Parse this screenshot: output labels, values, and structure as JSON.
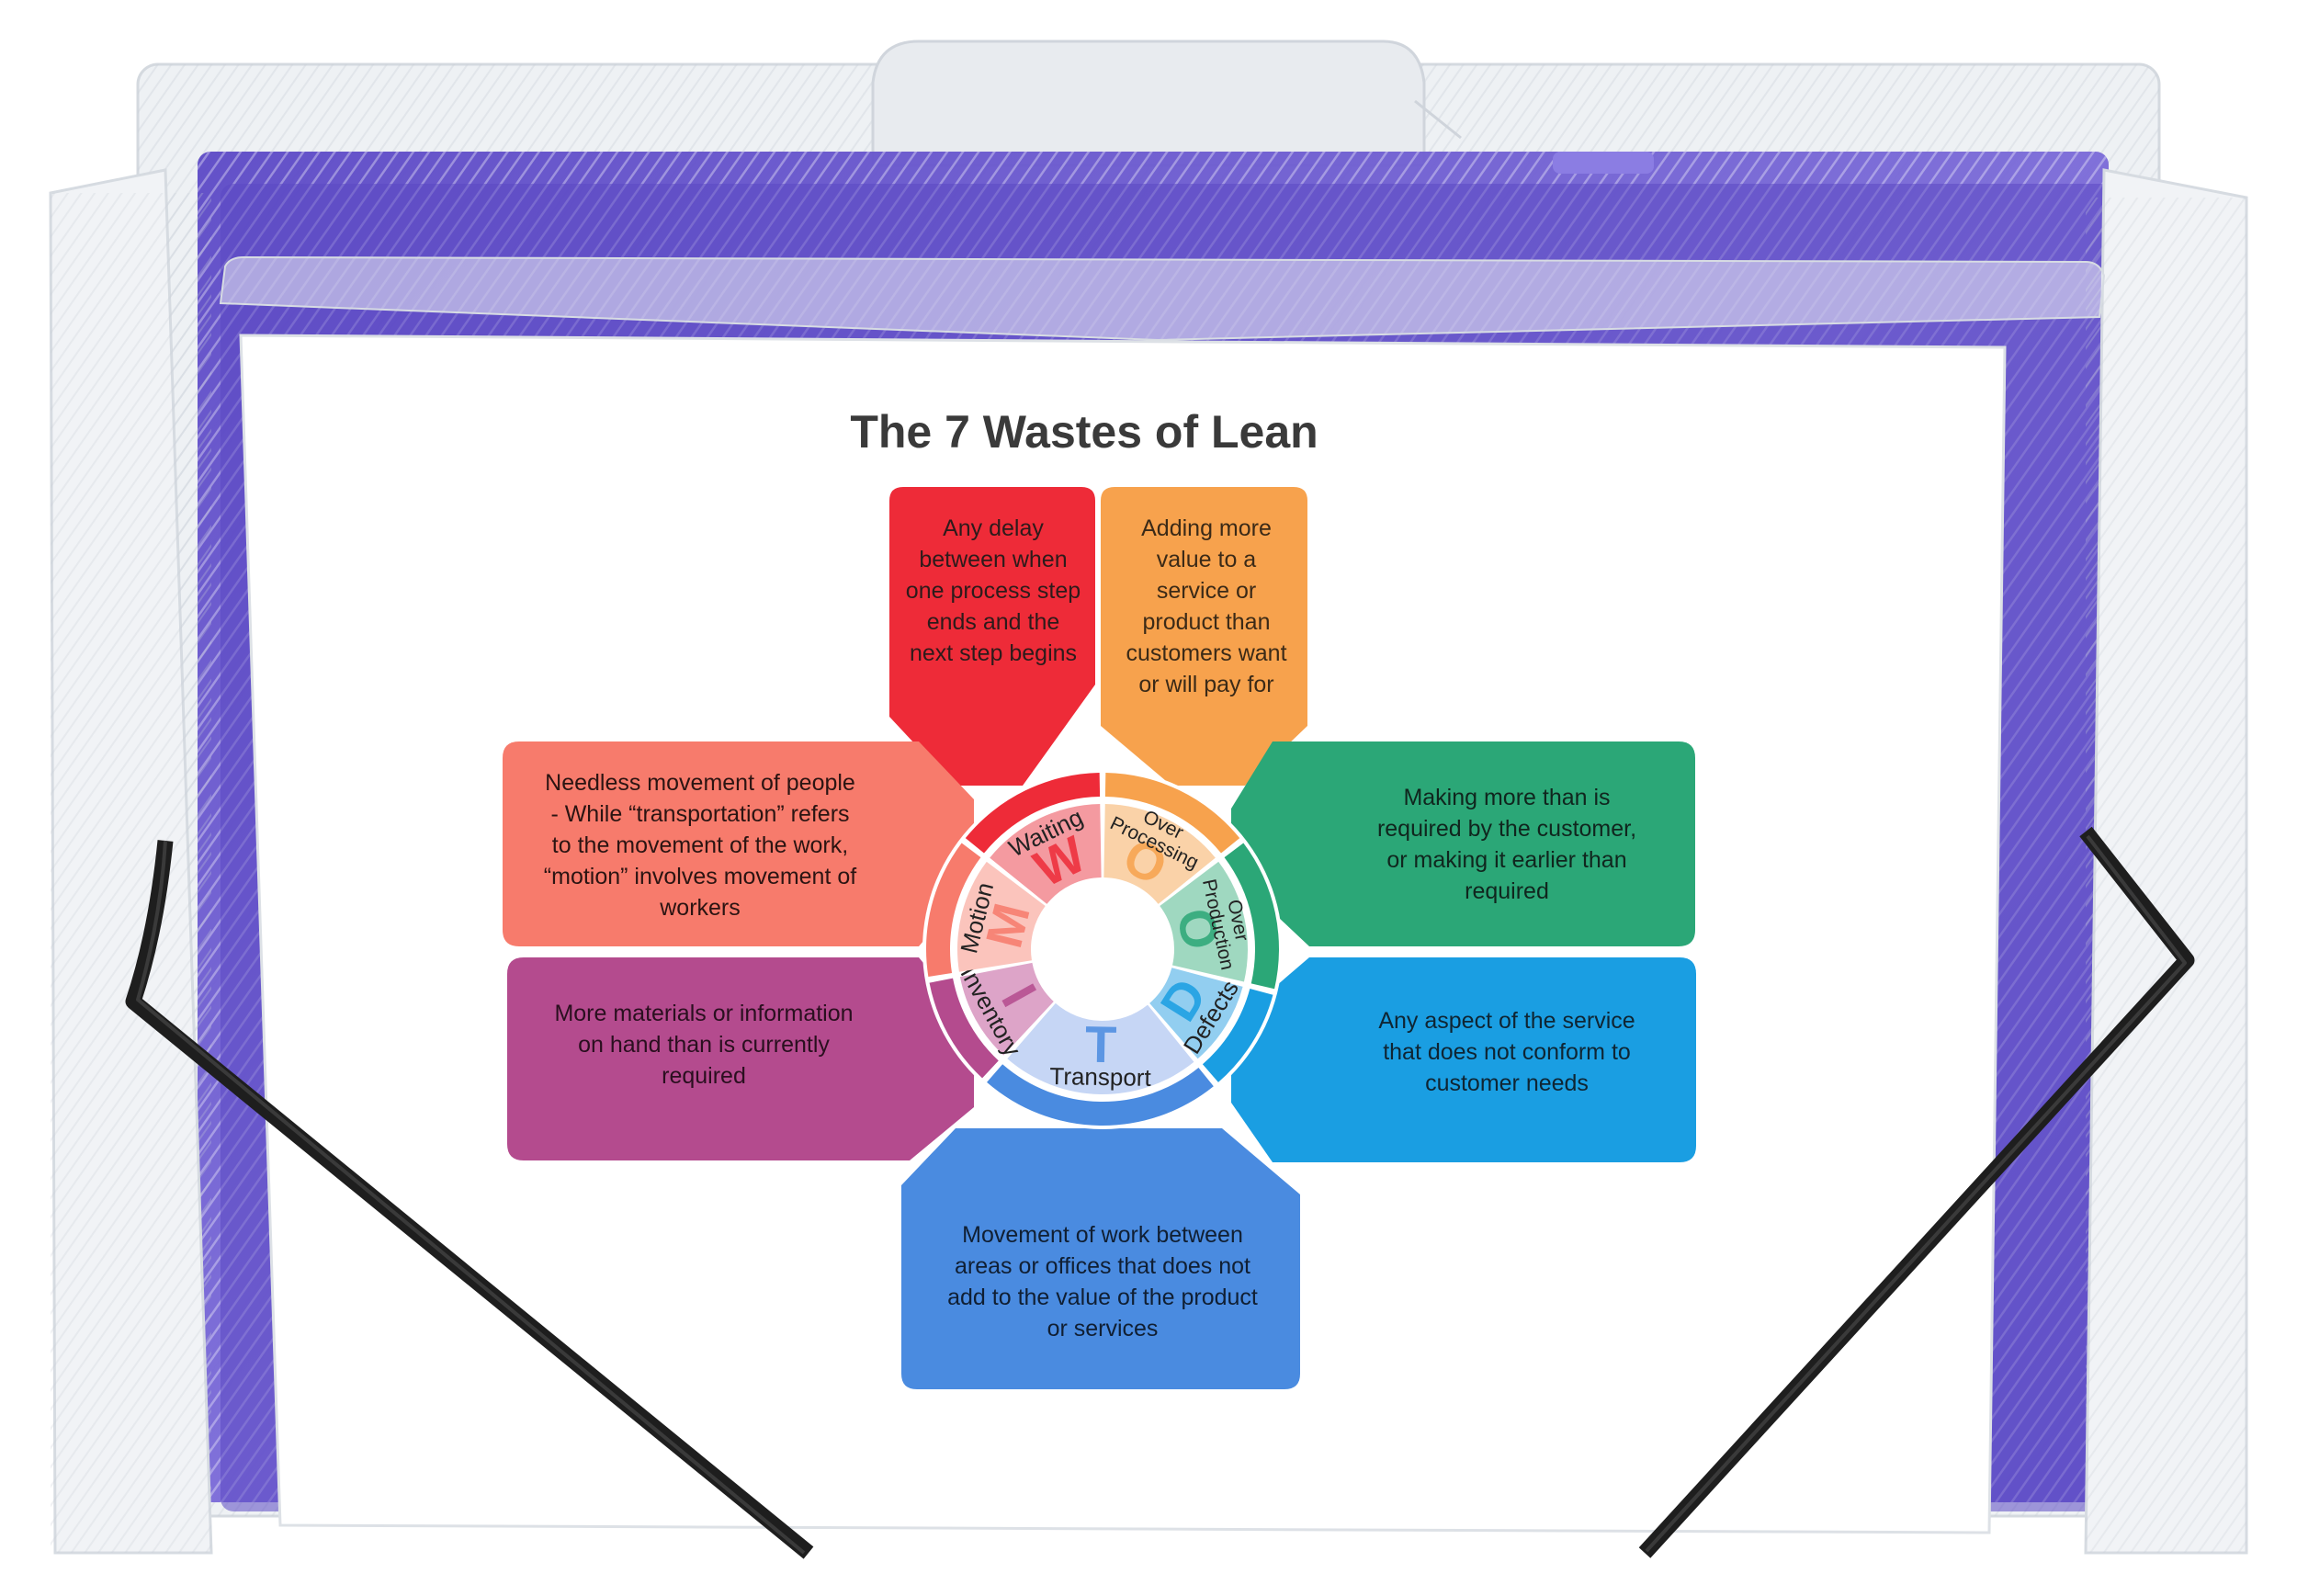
{
  "poster": {
    "title": "The 7 Wastes of Lean",
    "wastes": [
      {
        "key": "waiting",
        "name": "Waiting",
        "letter": "W",
        "color": "#ee2b38",
        "light": "#f49aa0",
        "description": [
          "Any delay",
          "between when",
          "one process step",
          "ends and the",
          "next step begins"
        ]
      },
      {
        "key": "over-processing",
        "name": "Over Processing",
        "name_lines": [
          "Over",
          "Processing"
        ],
        "letter": "O",
        "color": "#f7a24d",
        "light": "#fad2a8",
        "description": [
          "Adding more",
          "value to a",
          "service or",
          "product than",
          "customers want",
          "or will pay for"
        ]
      },
      {
        "key": "over-production",
        "name": "Over Production",
        "name_lines": [
          "Over",
          "Production"
        ],
        "letter": "O",
        "color": "#2ba777",
        "light": "#9fd8c0",
        "description": [
          "Making more than is",
          "required by the customer,",
          "or making it earlier than",
          "required"
        ]
      },
      {
        "key": "defects",
        "name": "Defects",
        "letter": "D",
        "color": "#1a9ee2",
        "light": "#92cef0",
        "description": [
          "Any aspect of the service",
          "that does not conform to",
          "customer needs"
        ]
      },
      {
        "key": "transport",
        "name": "Transport",
        "letter": "T",
        "color": "#4a8be0",
        "light": "#c6d6f5",
        "description": [
          "Movement of work between",
          "areas or offices that does not",
          "add to the value of the product",
          "or services"
        ]
      },
      {
        "key": "inventory",
        "name": "Inventory",
        "letter": "I",
        "color": "#b44b8e",
        "light": "#dda4c8",
        "description": [
          "More materials or information",
          "on hand than is currently",
          "required"
        ]
      },
      {
        "key": "motion",
        "name": "Motion",
        "letter": "M",
        "color": "#f77b6c",
        "light": "#fbc4bc",
        "description": [
          "Needless movement of people",
          "- While “transportation” refers",
          "to the movement of the work,",
          "“motion” involves movement of",
          "workers"
        ]
      }
    ]
  },
  "colors": {
    "folder_plastic": "#eef1f4",
    "folder_purple": "#6a57cf",
    "elastic_band": "#1e1e1e"
  }
}
